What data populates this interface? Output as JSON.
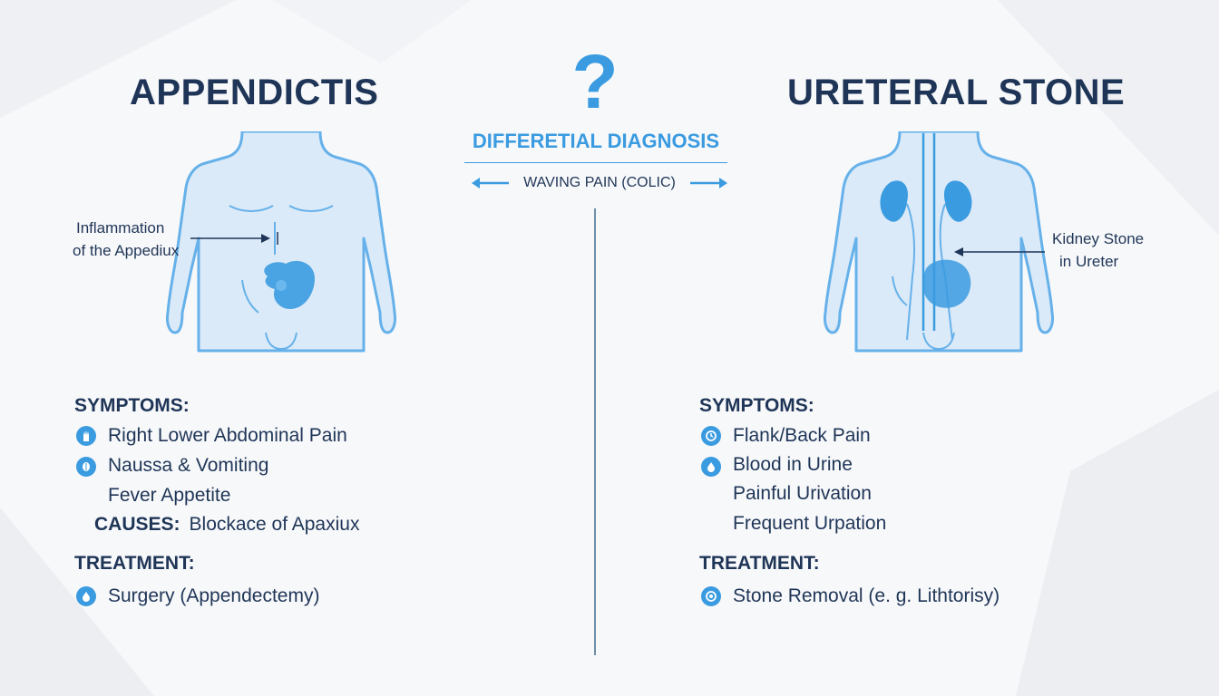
{
  "colors": {
    "accent": "#3a9be0",
    "text": "#1f3557",
    "body_fill": "#dbeaf8",
    "body_stroke": "#66b1ea",
    "organ": "#3a9be0"
  },
  "center": {
    "question_mark": "?",
    "title": "DIFFERETIAL DIAGNOSIS",
    "subtitle": "WAVING PAIN (COLIC)"
  },
  "left": {
    "title": "APPENDICTIS",
    "callout_line1": "Inflammation",
    "callout_line2": "of the Appediux",
    "symptoms_heading": "SYMPTOMS:",
    "symptoms": [
      {
        "text": "Right Lower Abdominal Pain",
        "icon": "hand-icon"
      },
      {
        "text": "Naussa & Vomiting",
        "icon": "stomach-icon"
      },
      {
        "text": "Fever Appetite",
        "icon": ""
      }
    ],
    "causes_label": "CAUSES:",
    "causes_text": "Blockace of Apaxiux",
    "treatment_heading": "TREATMENT:",
    "treatment": [
      {
        "text": "Surgery (Appendectemy)",
        "icon": "drop-icon"
      }
    ]
  },
  "right": {
    "title": "URETERAL STONE",
    "callout_line1": "Kidney Stone",
    "callout_line2": "in Ureter",
    "symptoms_heading": "SYMPTOMS:",
    "symptoms": [
      {
        "text": "Flank/Back Pain",
        "icon": "clock-icon"
      },
      {
        "text": "Blood in Urine",
        "icon": "blood-drop-icon"
      },
      {
        "text": "Painful Urivation",
        "icon": ""
      },
      {
        "text": "Frequent Urpation",
        "icon": ""
      }
    ],
    "treatment_heading": "TREATMENT:",
    "treatment": [
      {
        "text": "Stone Removal (e. g. Lithtorisy)",
        "icon": "removal-icon"
      }
    ]
  }
}
